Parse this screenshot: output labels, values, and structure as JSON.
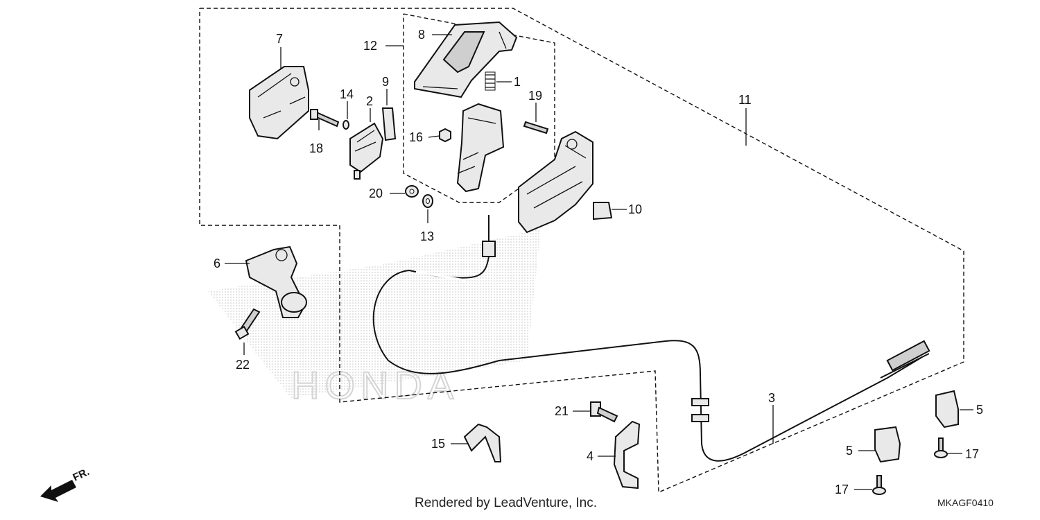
{
  "callouts": {
    "c1": "1",
    "c2": "2",
    "c3": "3",
    "c4": "4",
    "c5a": "5",
    "c5b": "5",
    "c6": "6",
    "c7": "7",
    "c8": "8",
    "c9": "9",
    "c10": "10",
    "c11": "11",
    "c12": "12",
    "c13": "13",
    "c14": "14",
    "c15": "15",
    "c16": "16",
    "c17a": "17",
    "c17b": "17",
    "c18": "18",
    "c19": "19",
    "c20": "20",
    "c21": "21",
    "c22": "22"
  },
  "footer": {
    "rendered_by": "Rendered by LeadVenture, Inc.",
    "diagram_code": "MKAGF0410"
  },
  "direction_label": "FR.",
  "watermark": "HONDA"
}
